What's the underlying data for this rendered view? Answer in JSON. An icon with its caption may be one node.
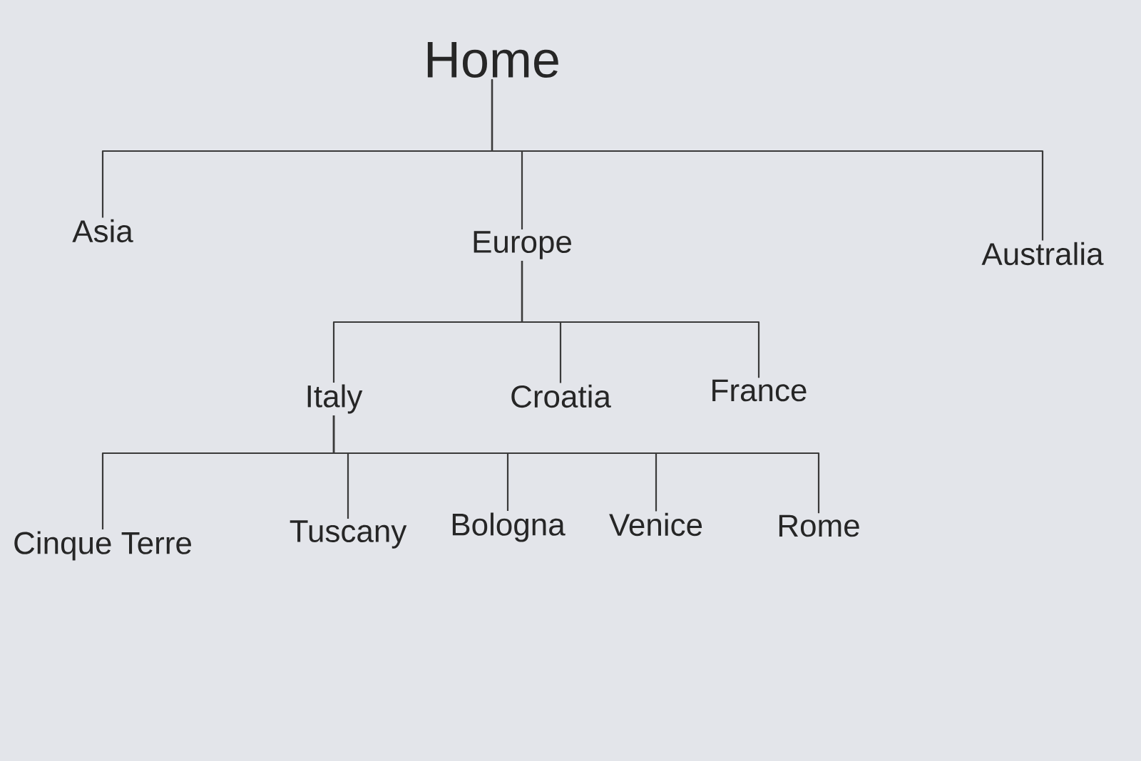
{
  "diagram": {
    "nodes": [
      {
        "text": [
          "Home"
        ]
      },
      {
        "text": [
          "Asia"
        ]
      },
      {
        "text": [
          "Europe"
        ]
      },
      {
        "text": [
          "Australia"
        ]
      },
      {
        "text": [
          "Italy"
        ]
      },
      {
        "text": [
          "Croatia"
        ]
      },
      {
        "text": [
          "France"
        ]
      },
      {
        "text": [
          "Cinque Terre"
        ]
      },
      {
        "text": [
          "Tuscany"
        ]
      },
      {
        "text": [
          "Bologna"
        ]
      },
      {
        "text": [
          "Venice"
        ]
      },
      {
        "text": [
          "Rome"
        ]
      }
    ],
    "edges": [
      {
        "from": 0,
        "to": 1,
        "arrow": "none"
      },
      {
        "from": 0,
        "to": 2,
        "arrow": "none"
      },
      {
        "from": 0,
        "to": 3,
        "arrow": "none"
      },
      {
        "from": 2,
        "to": 4,
        "arrow": "none"
      },
      {
        "from": 2,
        "to": 5,
        "arrow": "none"
      },
      {
        "from": 2,
        "to": 6,
        "arrow": "none"
      },
      {
        "from": 4,
        "to": 7,
        "arrow": "none"
      },
      {
        "from": 4,
        "to": 8,
        "arrow": "none"
      },
      {
        "from": 4,
        "to": 9,
        "arrow": "none"
      },
      {
        "from": 4,
        "to": 10,
        "arrow": "none"
      },
      {
        "from": 4,
        "to": 11,
        "arrow": "none"
      }
    ]
  }
}
